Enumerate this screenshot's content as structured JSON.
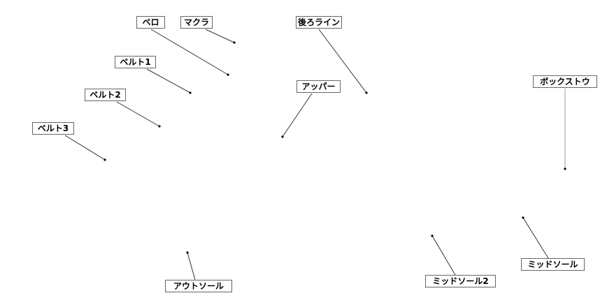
{
  "diagram": {
    "labels": [
      {
        "id": "bero",
        "text": "ベロ"
      },
      {
        "id": "makura",
        "text": "マクラ"
      },
      {
        "id": "ushiro-line",
        "text": "後ろライン"
      },
      {
        "id": "belt1",
        "text": "ベルト1"
      },
      {
        "id": "belt2",
        "text": "ベルト2"
      },
      {
        "id": "belt3",
        "text": "ベルト3"
      },
      {
        "id": "upper",
        "text": "アッパー"
      },
      {
        "id": "box-toe",
        "text": "ボックストウ"
      },
      {
        "id": "midsole",
        "text": "ミッドソール"
      },
      {
        "id": "midsole2",
        "text": "ミッドソール2"
      },
      {
        "id": "outsole",
        "text": "アウトソール"
      }
    ]
  }
}
